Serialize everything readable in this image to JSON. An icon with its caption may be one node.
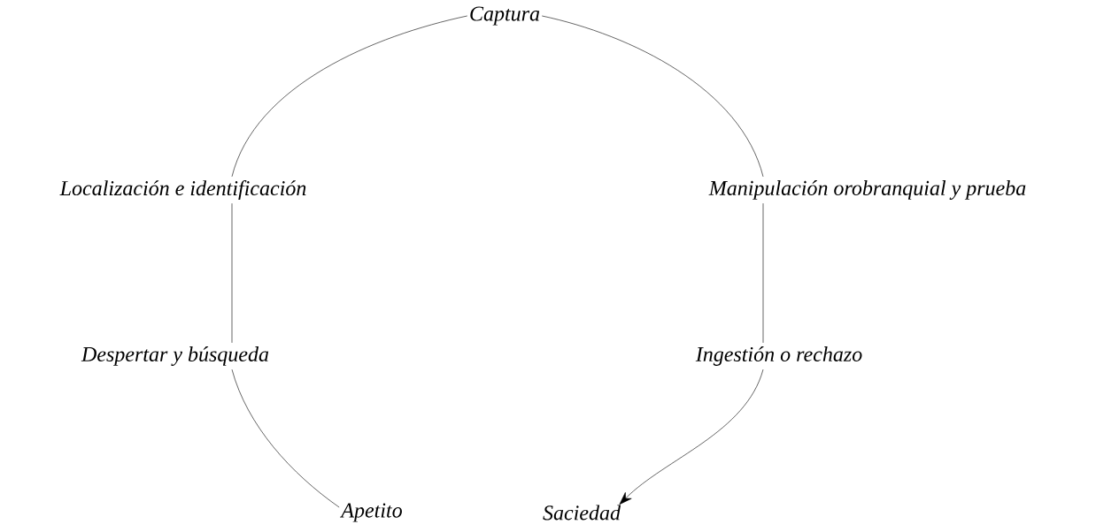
{
  "diagram": {
    "nodes": [
      {
        "text": [
          "Apetito"
        ]
      },
      {
        "text": [
          "Despertar y búsqueda"
        ]
      },
      {
        "text": [
          "Localización e identificación"
        ]
      },
      {
        "text": [
          "Captura"
        ]
      },
      {
        "text": [
          "Manipulación orobranquial y prueba"
        ]
      },
      {
        "text": [
          "Ingestión o rechazo"
        ]
      },
      {
        "text": [
          "Saciedad"
        ]
      }
    ],
    "edges": [
      {
        "from": 0,
        "to": 1,
        "arrow": "none"
      },
      {
        "from": 1,
        "to": 2,
        "arrow": "none"
      },
      {
        "from": 2,
        "to": 3,
        "arrow": "none"
      },
      {
        "from": 3,
        "to": 4,
        "arrow": "none"
      },
      {
        "from": 4,
        "to": 5,
        "arrow": "none"
      },
      {
        "from": 5,
        "to": 6,
        "arrow": "to"
      }
    ]
  }
}
